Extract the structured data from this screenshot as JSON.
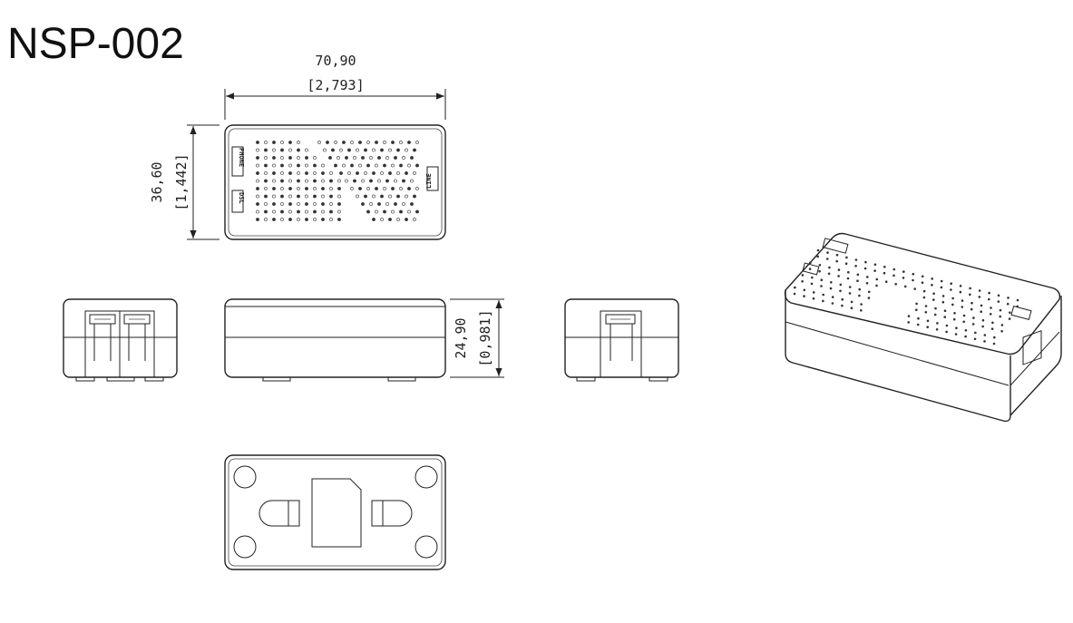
{
  "title": "NSP-002",
  "dimensions": {
    "length_mm": "70,90",
    "length_in": "[2,793]",
    "width_mm": "36,60",
    "width_in": "[1,442]",
    "height_mm": "24,90",
    "height_in": "[0,981]"
  },
  "port_labels": {
    "phone": "PHONE",
    "dsl": "DSL",
    "line": "LINE"
  },
  "colors": {
    "line": "#222222",
    "background": "#ffffff"
  }
}
